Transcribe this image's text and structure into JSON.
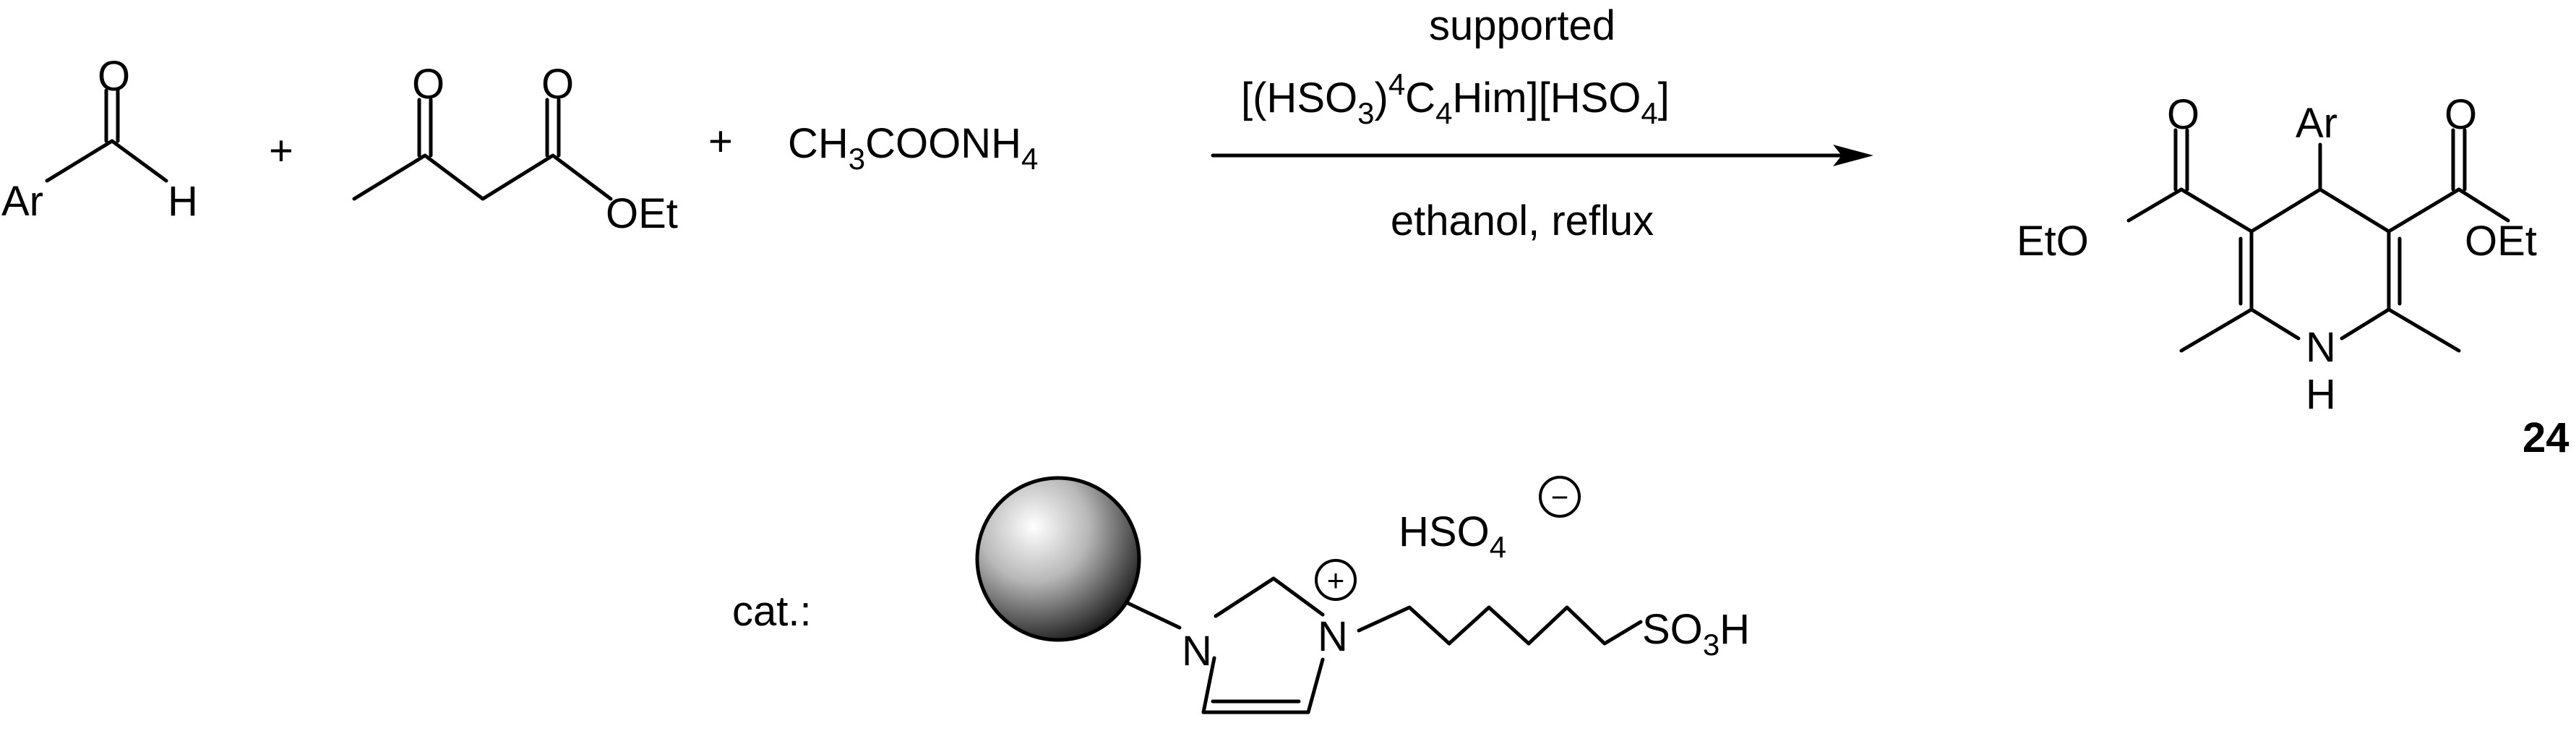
{
  "reactants": {
    "aldehyde": {
      "r": "Ar",
      "o": "O",
      "h": "H"
    },
    "plus1": "+",
    "ketoester": {
      "o1": "O",
      "o2": "O",
      "oet": "OEt"
    },
    "plus2": "+",
    "ammonium_acetate": {
      "p1": "CH",
      "s1": "3",
      "p2": "COONH",
      "s2": "4"
    }
  },
  "conditions": {
    "above_line1": "supported",
    "above_line2": {
      "p1": "[(HSO",
      "s1": "3",
      "p2": ")",
      "sup": "4",
      "p3": "C",
      "s2": "4",
      "p4": "Him][HSO",
      "s3": "4",
      "p5": "]"
    },
    "below": "ethanol, reflux"
  },
  "product": {
    "ar": "Ar",
    "o_left": "O",
    "o_right": "O",
    "eto": "EtO",
    "oet": "OEt",
    "n": "N",
    "h": "H",
    "compound_number": "24"
  },
  "catalyst": {
    "label": "cat.:",
    "anion": {
      "p1": "HSO",
      "s1": "4",
      "charge": "−"
    },
    "n1": "N",
    "n2": "N",
    "plus_charge": "+",
    "so3h": {
      "p1": "SO",
      "s1": "3",
      "p2": "H"
    }
  }
}
